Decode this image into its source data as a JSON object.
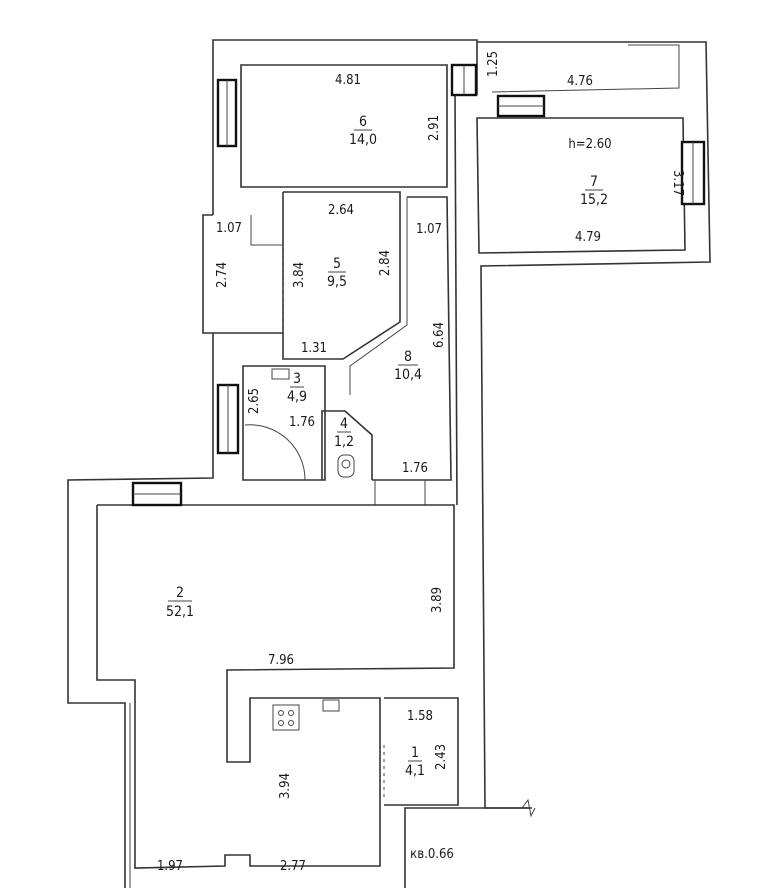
{
  "plan": {
    "ceiling_height": "h=2.60",
    "rooms": [
      {
        "number": "1",
        "area": "4,1"
      },
      {
        "number": "2",
        "area": "52,1"
      },
      {
        "number": "3",
        "area": "4,9"
      },
      {
        "number": "4",
        "area": "1,2"
      },
      {
        "number": "5",
        "area": "9,5"
      },
      {
        "number": "6",
        "area": "14,0"
      },
      {
        "number": "7",
        "area": "15,2"
      },
      {
        "number": "8",
        "area": "10,4"
      }
    ],
    "dimensions": {
      "r6_width": "4.81",
      "r6_depth": "2.91",
      "balcony_depth": "1.25",
      "balcony_width": "4.76",
      "r7_depth": "3.17",
      "r7_width": "4.79",
      "r5_width": "2.64",
      "r5_depth": "2.84",
      "r5_left": "3.84",
      "r5_bottom": "1.31",
      "niche_width": "1.07",
      "niche_depth": "2.74",
      "corridor_width": "1.07",
      "corridor_length": "6.64",
      "r3_depth": "2.65",
      "r3_width": "1.76",
      "corridor_bottom": "1.76",
      "r2_depth": "3.89",
      "r2_width": "7.96",
      "kitchen_depth": "3.94",
      "bottom_left": "1.97",
      "bottom_right": "2.77",
      "r1_width": "1.58",
      "r1_depth": "2.43",
      "stair": "кв.0.66"
    }
  }
}
